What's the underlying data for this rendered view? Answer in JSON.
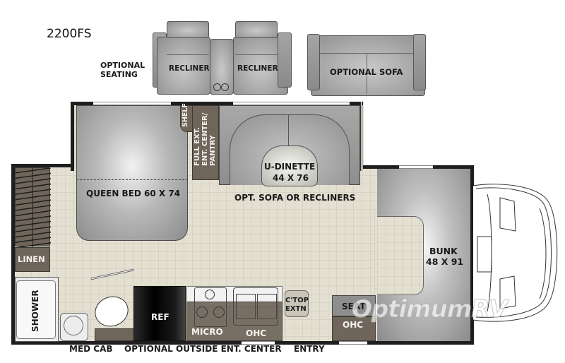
{
  "model": "2200FS",
  "optional": {
    "seating_label_line1": "OPTIONAL",
    "seating_label_line2": "SEATING",
    "recliner_left": "RECLINER",
    "recliner_right": "RECLINER",
    "sofa": "OPTIONAL SOFA"
  },
  "rooms": {
    "bed": "QUEEN BED 60 X 74",
    "shelf": "SHELF",
    "pantry_line1": "FULL EXT.",
    "pantry_line2": "ENT. CENTER/",
    "pantry_line3": "PANTRY",
    "dinette_line1": "U-DINETTE",
    "dinette_line2": "44 X 76",
    "sofa_option": "OPT. SOFA OR RECLINERS",
    "linen": "LINEN",
    "shower": "SHOWER",
    "ref": "REF",
    "micro": "MICRO",
    "ohc_kitchen": "OHC",
    "ctop_line1": "C'TOP",
    "ctop_line2": "EXTN",
    "seat": "SEAT",
    "ohc_front": "OHC",
    "bunk_line1": "BUNK",
    "bunk_line2": "48 X 91"
  },
  "bottom_labels": {
    "med_cab": "MED CAB",
    "outside_ent": "OPTIONAL OUTSIDE ENT. CENTER",
    "entry": "ENTRY"
  },
  "watermark": "OptimumRV",
  "colors": {
    "floor": "#e3e0d2",
    "cabinet": "#6f655a",
    "wall": "#1e1e1e",
    "furniture": "#9a9a9a"
  }
}
